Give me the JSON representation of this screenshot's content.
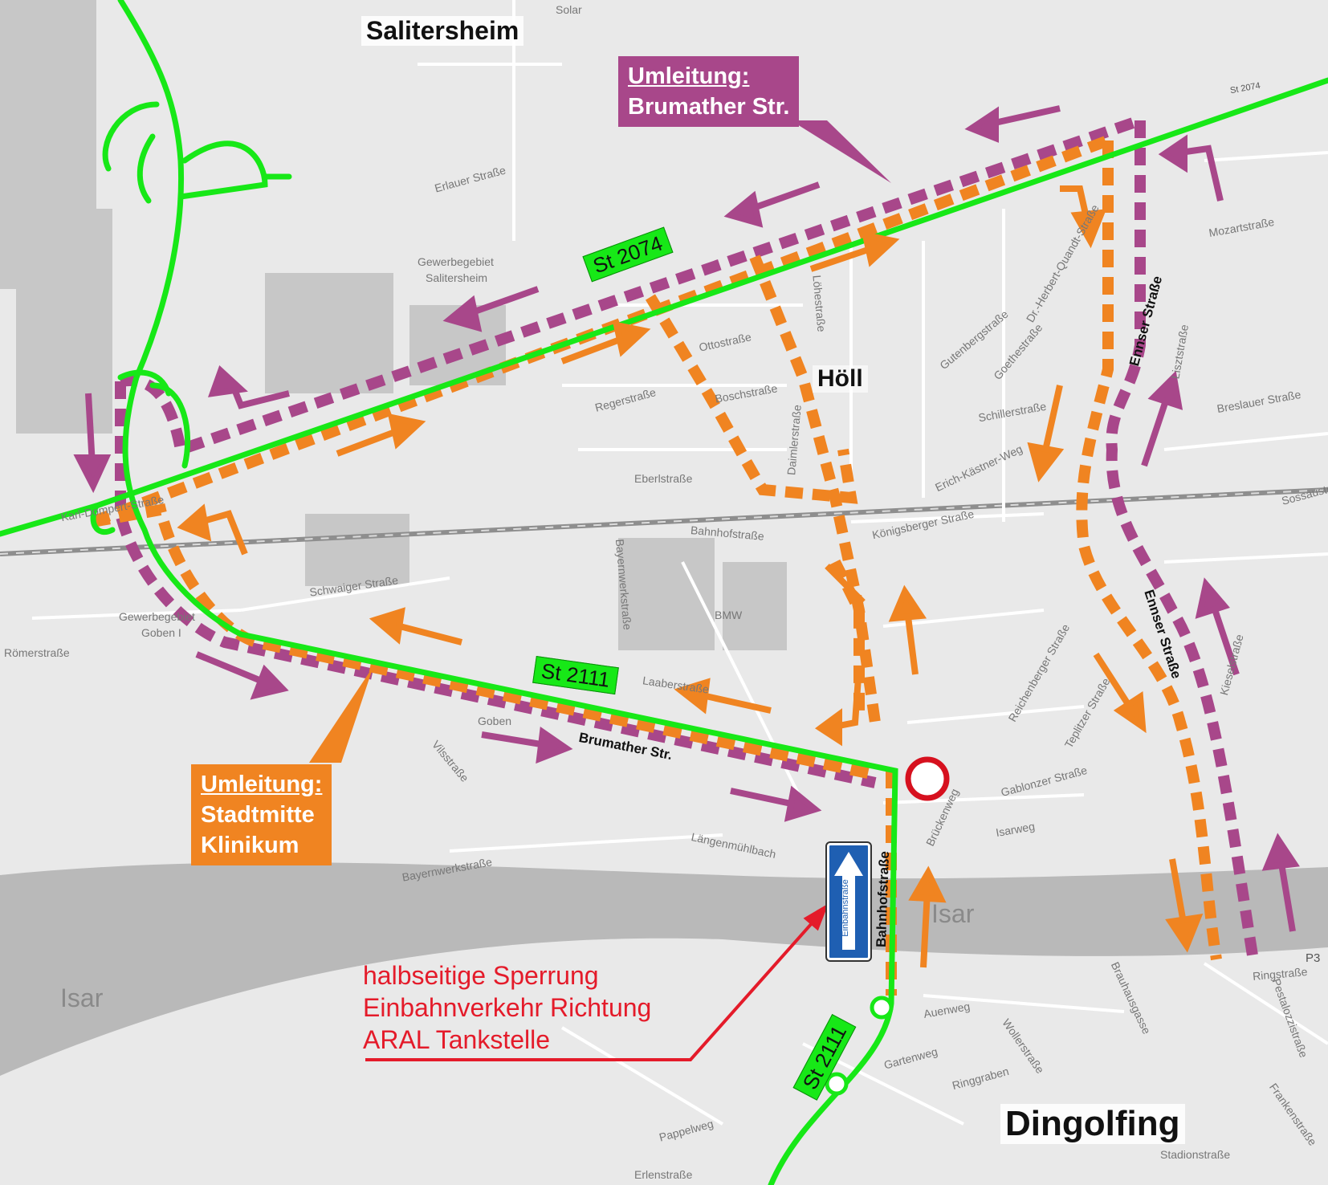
{
  "places": {
    "salitersheim": "Salitersheim",
    "hoell": "Höll",
    "dingolfing": "Dingolfing"
  },
  "streets": [
    "Solar",
    "Erlauer Straße",
    "Gewerbegebiet",
    "Salitersheim",
    "Ottostraße",
    "Regerstraße",
    "Boschstraße",
    "Eberlstraße",
    "Bahnhofstraße",
    "Schwaiger Straße",
    "Bayernwerkstraße",
    "BMW",
    "Goben",
    "Vilsstraße",
    "Römerstraße",
    "Gewerbegebiet",
    "Goben I",
    "Laaberstraße",
    "Längenmühlbach",
    "Königsberger Straße",
    "Erich-Kästner-Weg",
    "Schillerstraße",
    "Goethestraße",
    "Gutenbergstraße",
    "Mozartstraße",
    "Breslauer Straße",
    "Isarweg",
    "Gablonzer Straße",
    "Teplitzer Straße",
    "Reichenberger Straße",
    "Auenweg",
    "Wollerstraße",
    "Gartenweg",
    "Ringgraben",
    "Pappelweg",
    "Erlenstraße",
    "Stadionstraße",
    "Brauhausgasse",
    "Pestalozzistraße",
    "Frankenstraße",
    "Kieselstraße",
    "Sossaustraße",
    "Isar",
    "Isar",
    "Karl-Dompert-Straße",
    "Löhestraße",
    "Daimlerstraße",
    "Dr.-Herbert-Quandt-Straße",
    "Lisztstraße",
    "Bayernwerkstraße",
    "Brückenweg",
    "Ringstraße"
  ],
  "street_labels_bold": {
    "ennser1": "Ennser Straße",
    "ennser2": "Ennser Straße",
    "brumather": "Brumather Str.",
    "bahnhof": "Bahnhofstraße",
    "einbahn": "Einbahnstraße"
  },
  "road_badges": {
    "st2074": "St 2074",
    "st2111_mid": "St 2111",
    "st2111_south": "St 2111"
  },
  "road_refs_small": {
    "st2074_top": "St 2074",
    "p3": "P3"
  },
  "callouts": {
    "purple": {
      "title": "Umleitung:",
      "line1": "Brumather Str.",
      "color": "#a8478a"
    },
    "orange": {
      "title": "Umleitung:",
      "line1": "Stadtmitte",
      "line2": "Klinikum",
      "color": "#f08421"
    }
  },
  "notice": {
    "line1": "halbseitige Sperrung",
    "line2": "Einbahnverkehr Richtung",
    "line3": "ARAL Tankstelle",
    "color": "#e41b2a"
  },
  "colors": {
    "route_green": "#17e817",
    "detour_purple": "#a8478a",
    "detour_orange": "#f08421",
    "closure_red": "#d6101e",
    "river": "#b9b9b9",
    "background": "#e9e9e9"
  }
}
